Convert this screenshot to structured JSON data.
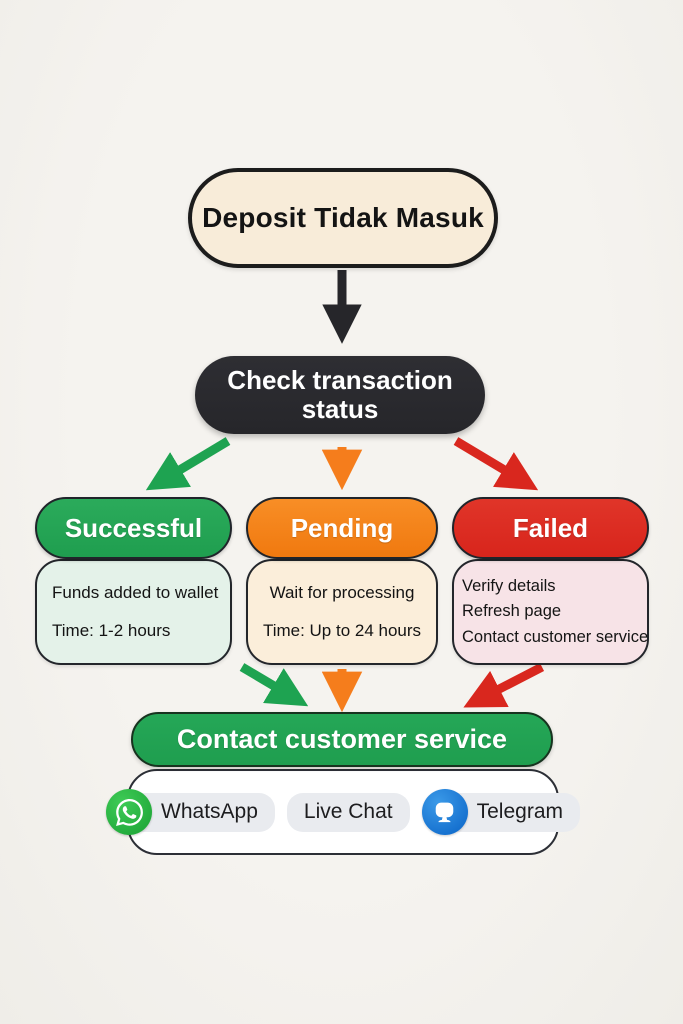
{
  "nodes": {
    "root": {
      "label": "Deposit Tidak Masuk"
    },
    "check": {
      "label": "Check transaction status"
    }
  },
  "branches": [
    {
      "id": "successful",
      "title": "Successful",
      "lines": [
        "Funds added to wallet",
        "Time: 1-2 hours"
      ]
    },
    {
      "id": "pending",
      "title": "Pending",
      "lines": [
        "Wait for processing",
        "Time: Up to 24 hours"
      ]
    },
    {
      "id": "failed",
      "title": "Failed",
      "lines": [
        "Verify details",
        "Refresh page",
        "Contact customer service"
      ]
    }
  ],
  "contact": {
    "label": "Contact customer service"
  },
  "channels": [
    {
      "label": "WhatsApp",
      "icon": "whatsapp-icon"
    },
    {
      "label": "Live Chat",
      "icon": null
    },
    {
      "label": "Telegram",
      "icon": "telegram-icon"
    }
  ],
  "colors": {
    "background": "#f5f3ef",
    "cream": "#f8ecd9",
    "dark": "#26262a",
    "green": "#1f9e4f",
    "green_light": "#e4f2e9",
    "orange": "#f0790f",
    "orange_light": "#fbeeda",
    "red": "#d8251c",
    "red_light": "#f7e3e7",
    "arrow_black": "#26262a",
    "chip": "#e9ebef",
    "whatsapp": "#23ab3c",
    "telegram": "#146fce"
  }
}
